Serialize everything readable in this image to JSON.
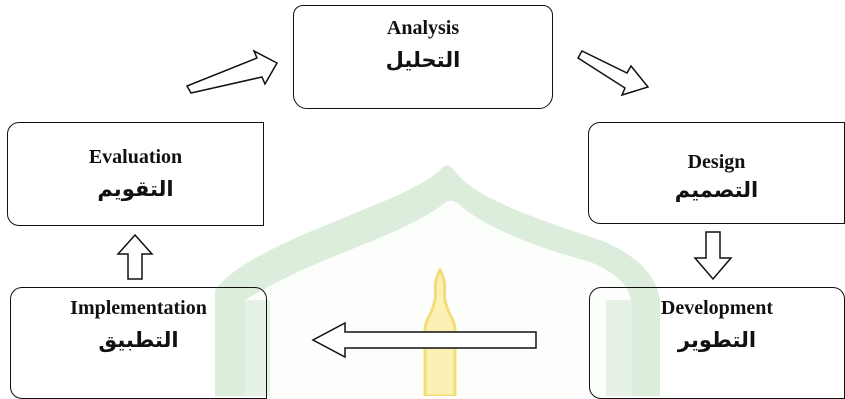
{
  "stages": {
    "analysis": {
      "en": "Analysis",
      "ar": "التحليل"
    },
    "design": {
      "en": "Design",
      "ar": "التصميم"
    },
    "development": {
      "en": "Development",
      "ar": "التطوير"
    },
    "implementation": {
      "en": "Implementation",
      "ar": "التطبيق"
    },
    "evaluation": {
      "en": "Evaluation",
      "ar": "التقويم"
    }
  },
  "colors": {
    "watermark_green": "#cfe6cf",
    "watermark_yellow": "#fdf0b4",
    "stroke": "#111111"
  }
}
